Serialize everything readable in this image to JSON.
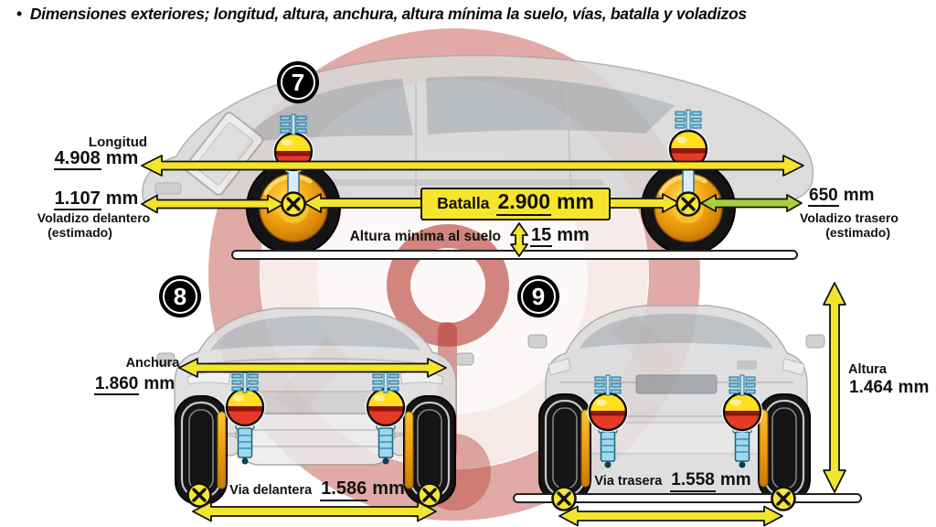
{
  "title": {
    "bullet": "•",
    "text": "Dimensiones exteriores; longitud, altura, anchura, altura mínima la suelo, vías, batalla y voladizos"
  },
  "colors": {
    "arrow_yellow": "#f3e42e",
    "arrow_green": "#9fcf3c",
    "ball_yellow": "#ffdf1f",
    "ball_red": "#e63a24",
    "rim_orange": "#f2a212",
    "suspension_cyan": "#7fcbe8",
    "logo_red": "#c4564d",
    "tire_black": "#141414"
  },
  "side_view": {
    "badge": "7",
    "length": {
      "label": "Longitud",
      "value": "4.908",
      "unit": "mm"
    },
    "front_overhang": {
      "value": "1.107",
      "unit": "mm",
      "label": "Voladizo delantero",
      "note": "(estimado)"
    },
    "wheelbase": {
      "label": "Batalla",
      "value": "2.900",
      "unit": "mm"
    },
    "rear_overhang": {
      "value": "650",
      "unit": "mm",
      "label": "Voladizo trasero",
      "note": "(estimado)"
    },
    "ground_clearance": {
      "label": "Altura minima al suelo",
      "value": "15",
      "unit": "mm"
    }
  },
  "front_view": {
    "badge": "8",
    "width": {
      "label": "Anchura",
      "value": "1.860",
      "unit": "mm"
    },
    "track": {
      "label": "Via delantera",
      "value": "1.586",
      "unit": "mm"
    }
  },
  "rear_view": {
    "badge": "9",
    "height": {
      "label": "Altura",
      "value": "1.464",
      "unit": "mm"
    },
    "track": {
      "label": "Via trasera",
      "value": "1.558",
      "unit": "mm"
    }
  }
}
